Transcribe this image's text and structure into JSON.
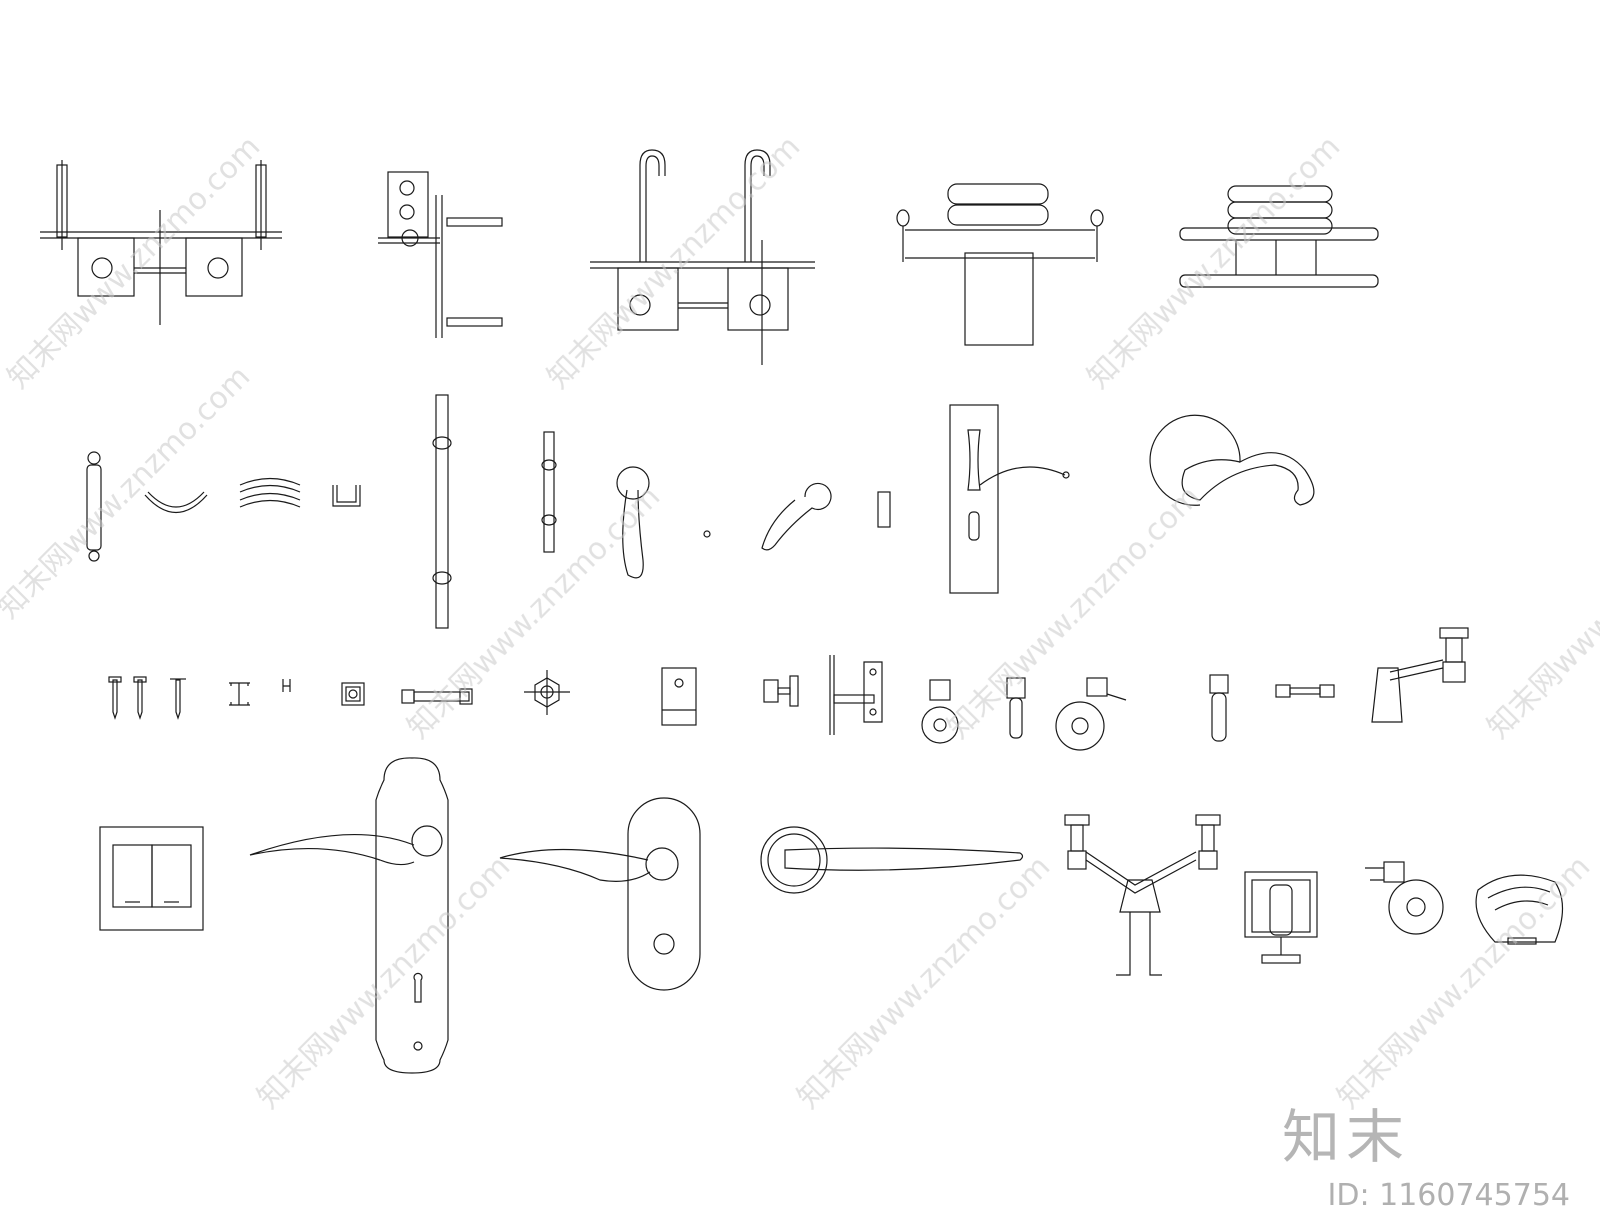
{
  "watermark": {
    "text": "知末网www.znzmo.com",
    "logo_text": "知末",
    "id_label": "ID: 1160745754"
  },
  "colors": {
    "line": "#1a1a1a",
    "watermark": "#c9c9c9",
    "background": "#ffffff"
  },
  "symbols": [
    "clamp-bracket-a",
    "angle-bracket",
    "clamp-bracket-hooks",
    "towel-rack",
    "towel-shelf",
    "bead-handle",
    "bow-handle",
    "curved-slats",
    "u-clip",
    "long-bar-handle",
    "short-bar-handle",
    "lever-rose",
    "small-dot",
    "curved-lever",
    "slot-pull",
    "plate-lever-handle",
    "scroll-handle",
    "screws",
    "i-profile",
    "h-profile",
    "square-nut",
    "threaded-bolt",
    "hex-nut",
    "lock-block",
    "knob",
    "hinge",
    "caster-a",
    "caster-b",
    "caster-c",
    "caster-d",
    "anchor-bolt",
    "pop-up-drain",
    "double-switch",
    "long-plate-handle",
    "oval-plate-handle",
    "rose-lever-handle",
    "double-drain-fitting",
    "sliding-wheel",
    "caster-e",
    "shell-knob"
  ]
}
